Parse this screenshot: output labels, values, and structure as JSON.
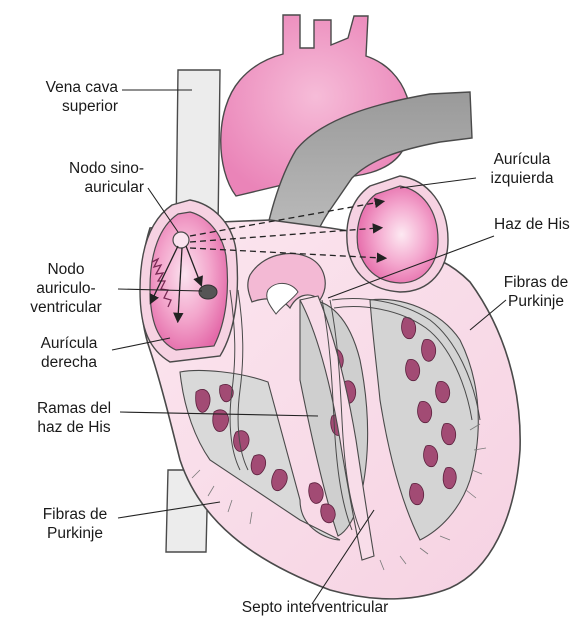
{
  "labels": {
    "vena_cava": [
      "Vena cava",
      "superior"
    ],
    "nodo_sino": [
      "Nodo sino-",
      "auricular"
    ],
    "nodo_av": [
      "Nodo",
      "auriculo-",
      "ventricular"
    ],
    "auricula_derecha": [
      "Aurícula",
      "derecha"
    ],
    "ramas_his": [
      "Ramas del",
      "haz de His"
    ],
    "fibras_purkinje_left": [
      "Fibras de",
      "Purkinje"
    ],
    "auricula_izquierda": [
      "Aurícula",
      "izquierda"
    ],
    "haz_his": "Haz de His",
    "fibras_purkinje_right": [
      "Fibras de",
      "Purkinje"
    ],
    "septo": "Septo interventricular"
  },
  "colors": {
    "aorta_pink": "#ec8fc0",
    "atrium_pink": "#ef86bf",
    "vessel_gray": "#9e9e9e",
    "vena_gray": "#ececec",
    "tissue_pink": "#f8dde9",
    "trabecula": "#a24b74",
    "outline": "#3a3a3a",
    "text": "#1a1a1a"
  }
}
